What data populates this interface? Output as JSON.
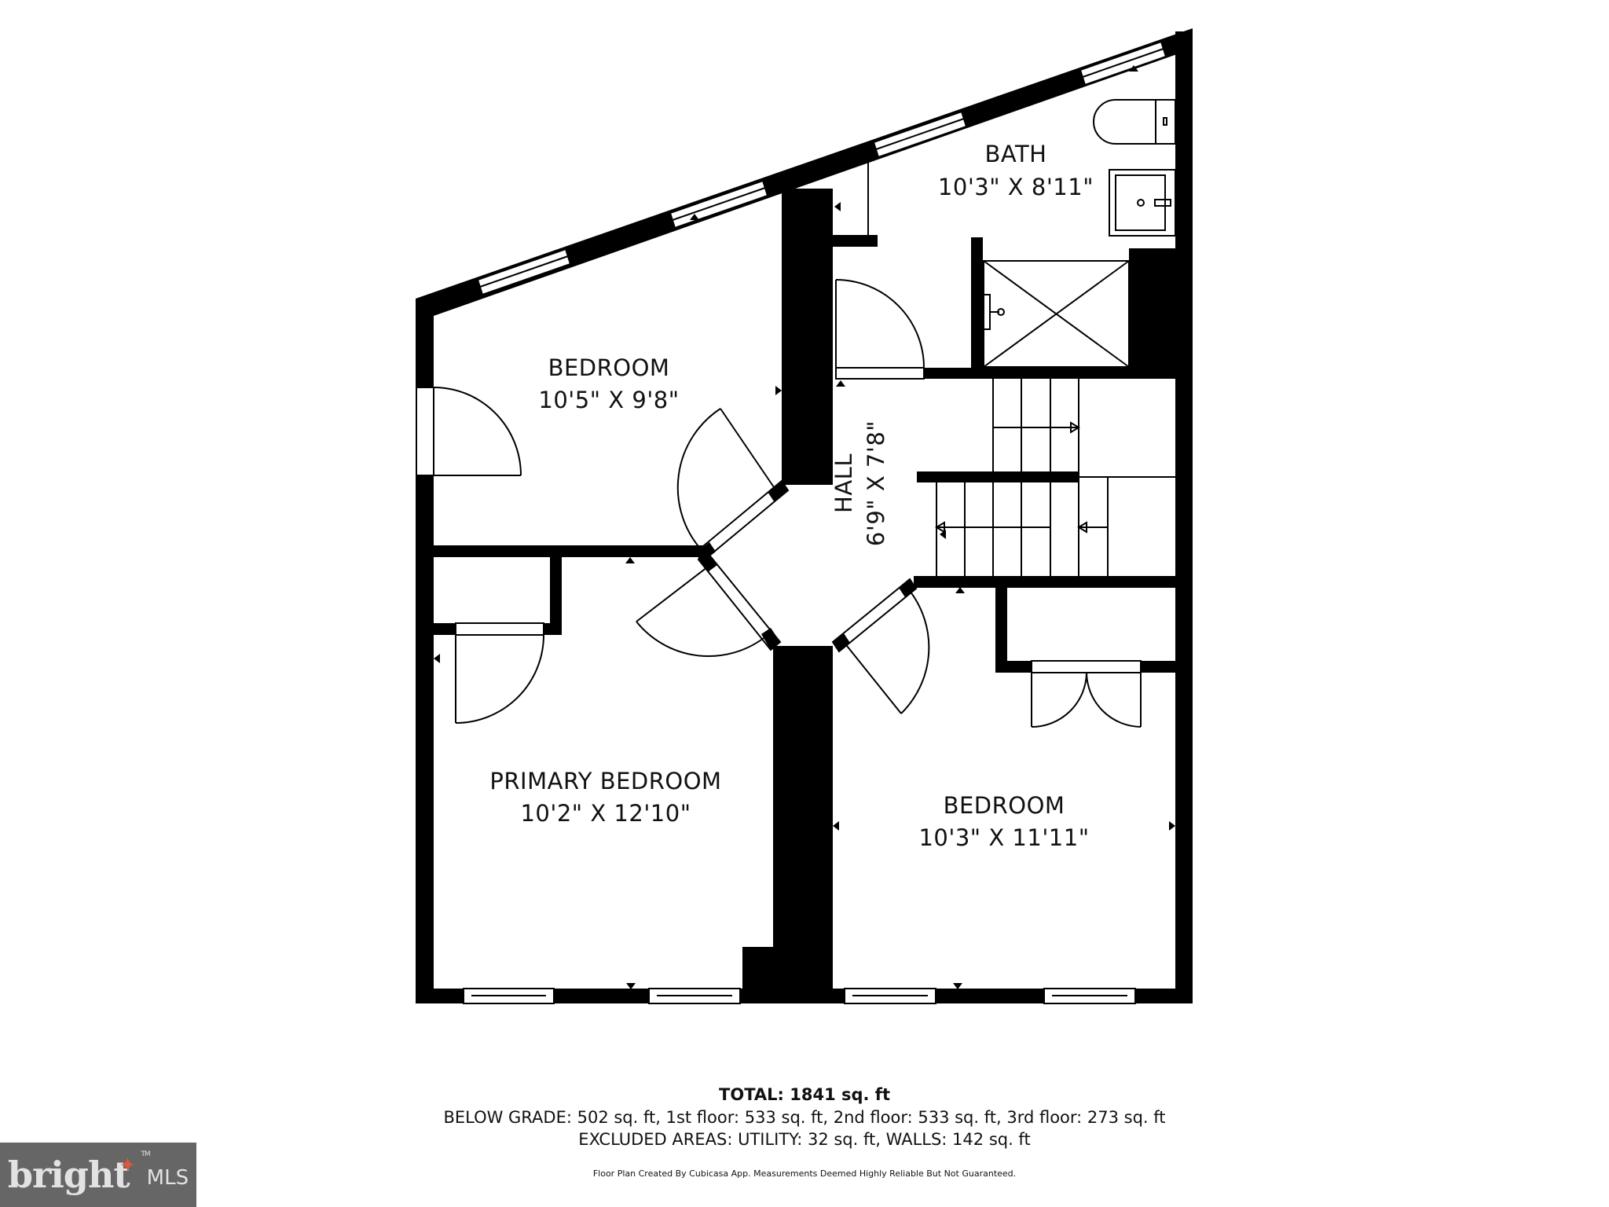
{
  "rooms": {
    "bath": {
      "name": "BATH",
      "dims": "10'3\" X 8'11\""
    },
    "bedroom_upper": {
      "name": "BEDROOM",
      "dims": "10'5\" X 9'8\""
    },
    "hall": {
      "name": "HALL",
      "dims": "6'9\" X 7'8\""
    },
    "primary_bedroom": {
      "name": "PRIMARY BEDROOM",
      "dims": "10'2\" X 12'10\""
    },
    "bedroom_lower": {
      "name": "BEDROOM",
      "dims": "10'3\" X 11'11\""
    }
  },
  "summary": {
    "total": "TOTAL: 1841 sq. ft",
    "floors": "BELOW GRADE: 502 sq. ft, 1st floor: 533 sq. ft, 2nd floor: 533 sq. ft, 3rd floor: 273 sq. ft",
    "excluded": "EXCLUDED AREAS: UTILITY: 32 sq. ft, WALLS: 142 sq. ft",
    "disclaimer": "Floor Plan Created By Cubicasa App. Measurements Deemed Highly Reliable But Not Guaranteed."
  },
  "logo": {
    "brand": "bright",
    "suffix": "MLS",
    "tm": "TM",
    "background": "#666666",
    "accent": "#e0583a"
  },
  "colors": {
    "wall": "#000000",
    "background": "#ffffff"
  }
}
